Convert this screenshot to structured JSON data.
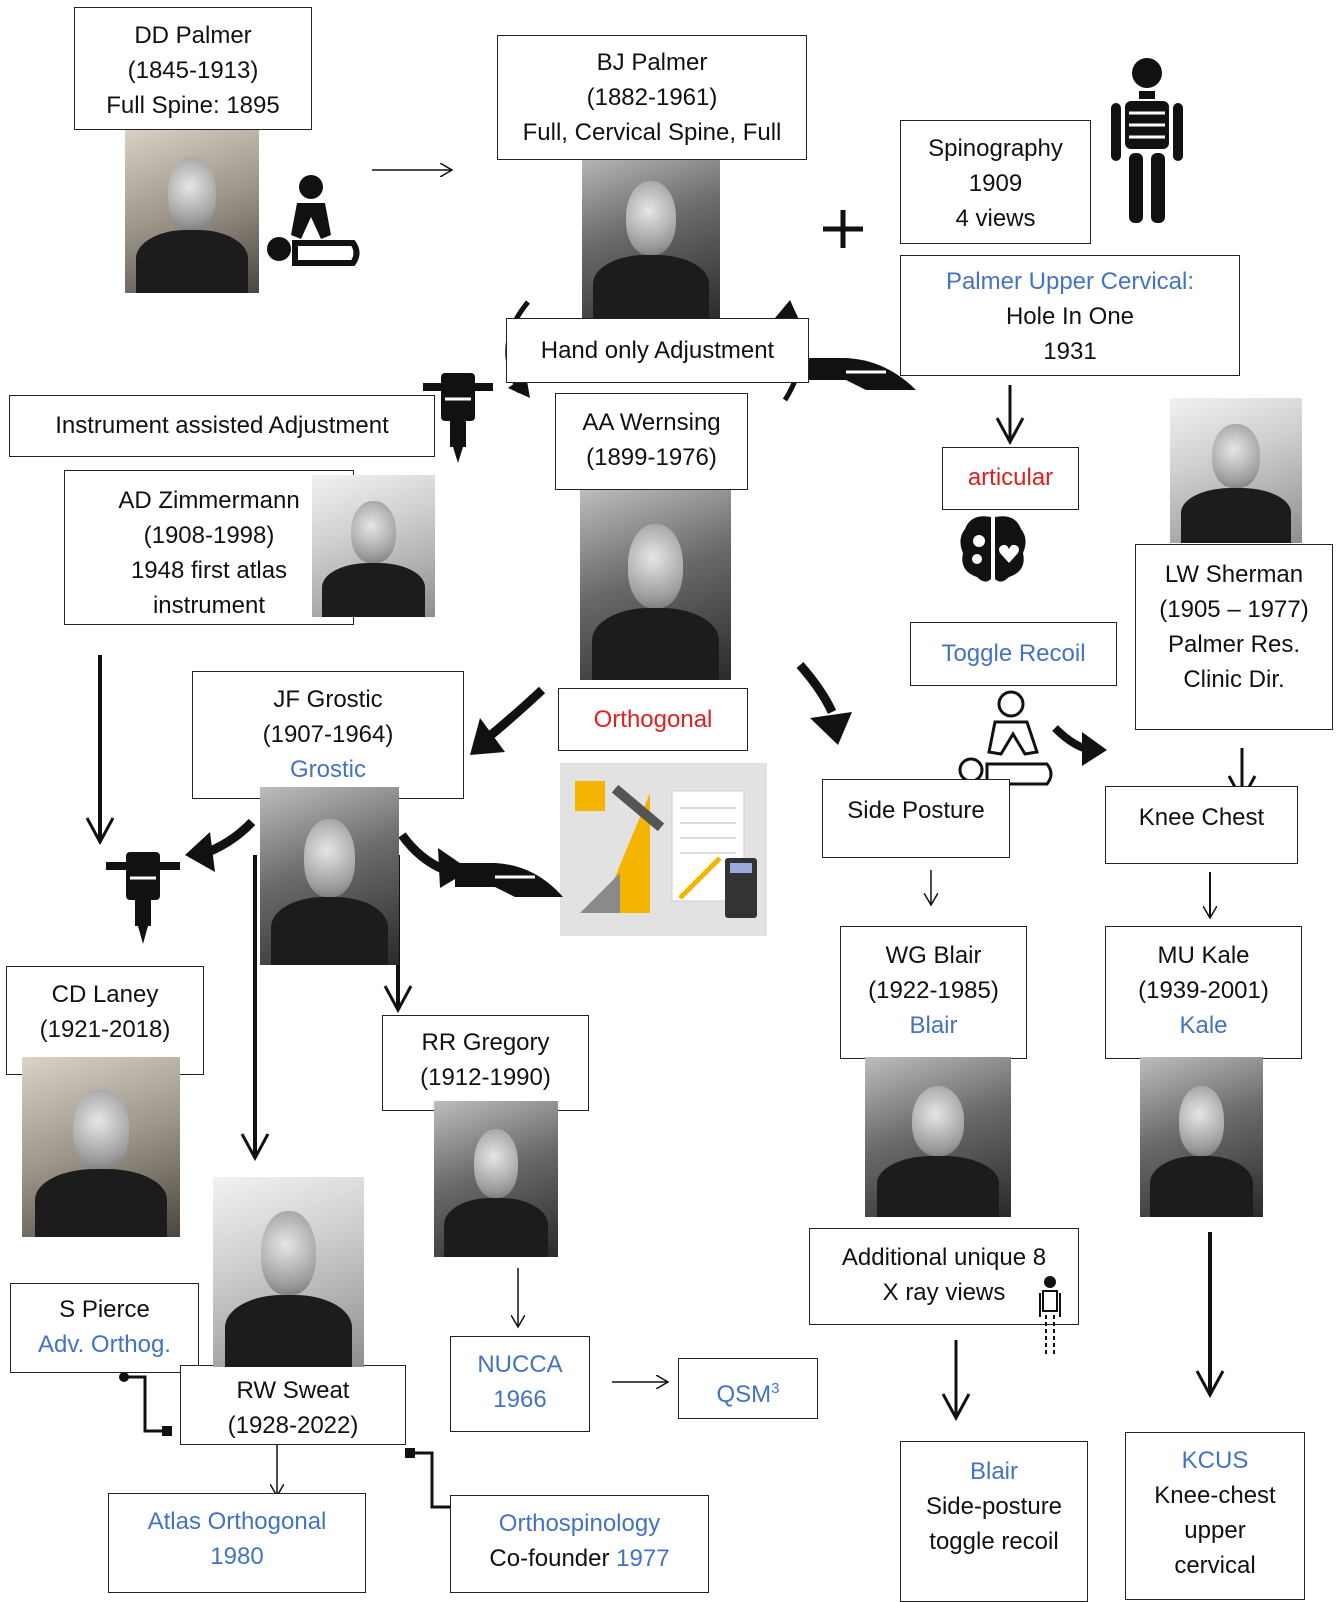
{
  "nodes": {
    "dd_palmer": [
      "DD Palmer",
      "(1845-1913)",
      "Full Spine: 1895"
    ],
    "bj_palmer": [
      "BJ Palmer",
      "(1882-1961)",
      "Full, Cervical Spine, Full"
    ],
    "spinography": [
      "Spinography",
      "1909",
      "4 views"
    ],
    "palmer_upper_cervical": {
      "title": "Palmer Upper Cervical:",
      "line2": "Hole In One",
      "line3": "1931"
    },
    "hand_only": "Hand only Adjustment",
    "instrument": "Instrument assisted Adjustment",
    "aa_wernsing": [
      "AA Wernsing",
      "(1899-1976)"
    ],
    "articular": "articular",
    "ad_zimmermann": [
      "AD Zimmermann",
      "(1908-1998)",
      "1948 first atlas",
      "instrument"
    ],
    "lw_sherman": [
      "LW Sherman",
      "(1905 – 1977)",
      "Palmer Res.",
      "Clinic Dir."
    ],
    "toggle_recoil": "Toggle Recoil",
    "jf_grostic": {
      "name": "JF Grostic",
      "years": "(1907-1964)",
      "method": "Grostic"
    },
    "orthogonal": "Orthogonal",
    "side_posture": "Side Posture",
    "knee_chest": "Knee Chest",
    "cd_laney": [
      "CD Laney",
      "(1921-2018)"
    ],
    "rr_gregory": [
      "RR Gregory",
      "(1912-1990)"
    ],
    "wg_blair": {
      "name": "WG Blair",
      "years": "(1922-1985)",
      "method": "Blair"
    },
    "mu_kale": {
      "name": "MU Kale",
      "years": "(1939-2001)",
      "method": "Kale"
    },
    "additional_views": [
      "Additional unique 8",
      "X ray views"
    ],
    "s_pierce": {
      "name": "S Pierce",
      "method": "Adv. Orthog."
    },
    "rw_sweat": [
      "RW Sweat",
      "(1928-2022)"
    ],
    "nucca": [
      "NUCCA",
      "1966"
    ],
    "qsm": {
      "text": "QSM",
      "sup": "3"
    },
    "blair_final": {
      "title": "Blair",
      "line2": "Side-posture",
      "line3": "toggle recoil"
    },
    "kcus": {
      "title": "KCUS",
      "line2": "Knee-chest",
      "line3": "upper",
      "line4": "cervical"
    },
    "atlas_orthogonal": [
      "Atlas Orthogonal",
      "1980"
    ],
    "orthospinology": {
      "title": "Orthospinology",
      "prefix": "Co-founder ",
      "year": "1977"
    }
  },
  "colors": {
    "accent_blue": "#4472c4",
    "accent_red": "#e02020",
    "line": "#111111"
  }
}
